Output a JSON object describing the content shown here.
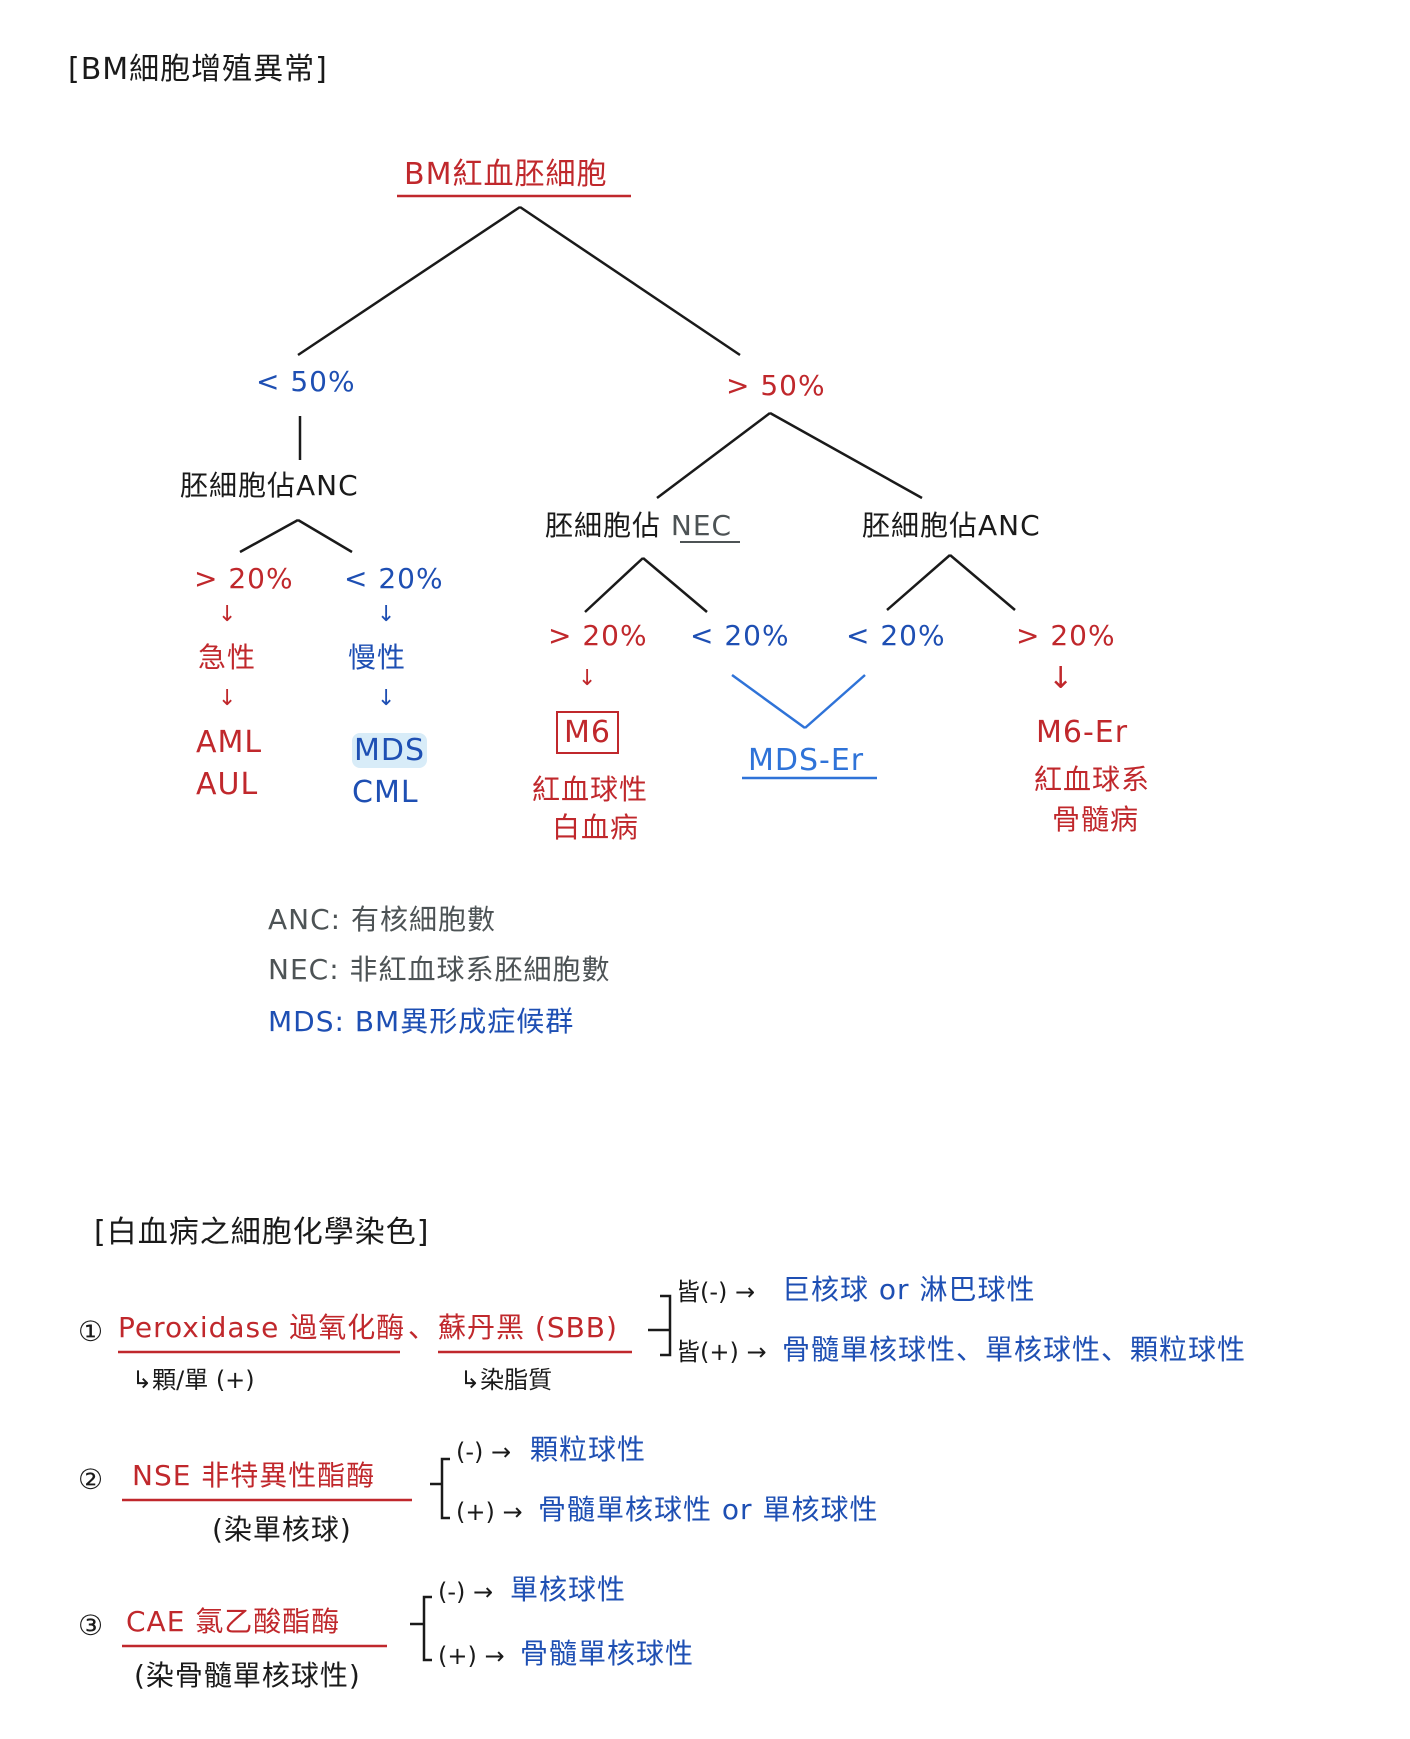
{
  "section1": {
    "title": "[BM細胞增殖異常]",
    "root": "BM紅血胚細胞",
    "left": {
      "cond": "< 50%",
      "node": "胚細胞佔ANC",
      "branch_gt": "> 20%",
      "branch_lt": "< 20%",
      "acute": "急性",
      "chronic": "慢性",
      "acute_out": [
        "AML",
        "AUL"
      ],
      "chronic_out": [
        "MDS",
        "CML"
      ]
    },
    "right": {
      "cond": "> 50%",
      "node_nec": "胚細胞佔",
      "nec": "NEC",
      "node_anc": "胚細胞佔ANC",
      "nec_gt": "> 20%",
      "nec_lt": "< 20%",
      "anc_lt": "< 20%",
      "anc_gt": "> 20%",
      "m6": "M6",
      "m6_desc": [
        "紅血球性",
        "白血病"
      ],
      "mds_er": "MDS-Er",
      "m6er": "M6-Er",
      "m6er_desc": [
        "紅血球系",
        "骨髓病"
      ]
    },
    "legend": [
      {
        "key": "ANC",
        "sep": ":",
        "val": "有核細胞數"
      },
      {
        "key": "NEC",
        "sep": ":",
        "val": "非紅血球系胚細胞數"
      },
      {
        "key": "MDS",
        "sep": ":",
        "val": "BM異形成症候群"
      }
    ]
  },
  "section2": {
    "title": "[白血病之細胞化學染色]",
    "item1": {
      "num": "①",
      "title_a": "Peroxidase 過氧化酶",
      "sep": "、",
      "title_b": "蘇丹黑 (SBB)",
      "sub_a": "↳顆/單 (+)",
      "sub_b": "↳染脂質",
      "neg_label": "皆(-) →",
      "neg_res": "巨核球 or 淋巴球性",
      "pos_label": "皆(+) →",
      "pos_res": "骨髓單核球性、單核球性、顆粒球性"
    },
    "item2": {
      "num": "②",
      "title": "NSE 非特異性酯酶",
      "sub": "(染單核球)",
      "neg_label": "(-) →",
      "neg_res": "顆粒球性",
      "pos_label": "(+) →",
      "pos_res": "骨髓單核球性 or 單核球性"
    },
    "item3": {
      "num": "③",
      "title": "CAE 氯乙酸酯酶",
      "sub": "(染骨髓單核球性)",
      "neg_label": "(-) →",
      "neg_res": "單核球性",
      "pos_label": "(+) →",
      "pos_res": "骨髓單核球性"
    }
  },
  "colors": {
    "red": "#c0282c",
    "blue": "#1e4fb3",
    "light_blue": "#2f73d8",
    "gray": "#4d5355",
    "black": "#1a1a1a"
  }
}
